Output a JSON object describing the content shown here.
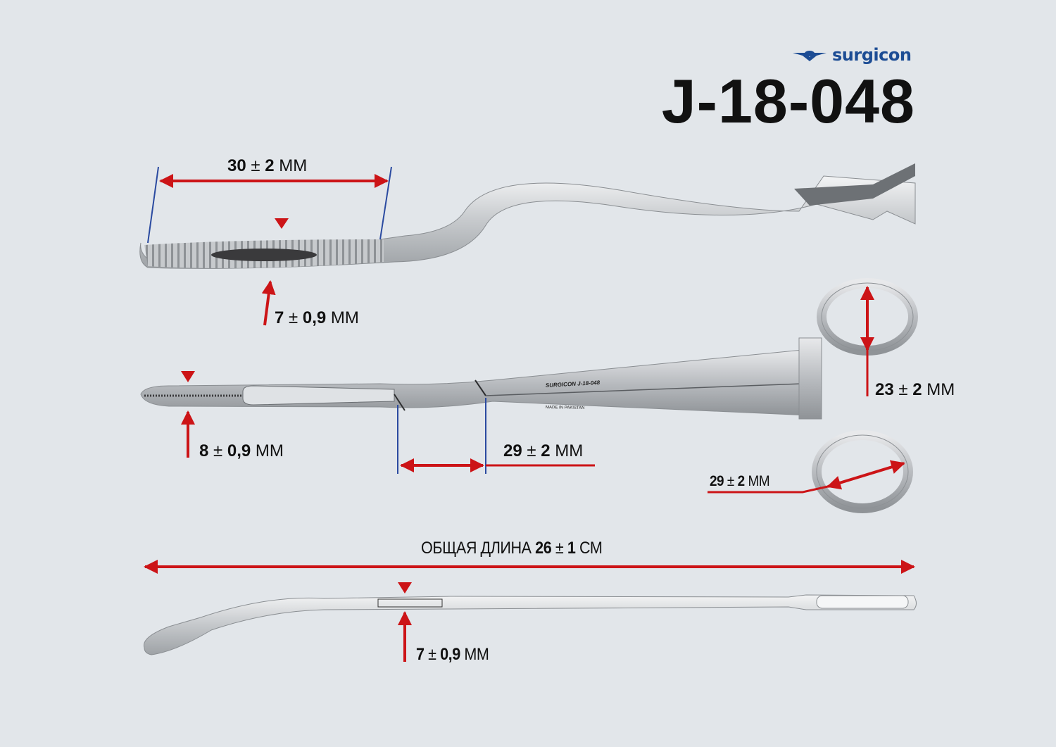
{
  "brand": {
    "name": "surgicon",
    "logo_icon": "winged-emblem-icon",
    "color": "#1c4c94"
  },
  "product": {
    "code": "J-18-048",
    "engraving_top": "SURGICON J-18-048",
    "engraving_bottom": "MADE IN PAKISTAN"
  },
  "colors": {
    "background": "#e2e6ea",
    "arrow": "#cc1417",
    "guide": "#2a4aa0",
    "text": "#111111"
  },
  "dimensions": {
    "jaw_length": {
      "value": "30",
      "pm": "±",
      "tol": "2",
      "unit": "ММ"
    },
    "jaw_width_top": {
      "value": "7",
      "pm": "±",
      "tol": "0,9",
      "unit": "ММ"
    },
    "tip_width": {
      "value": "8",
      "pm": "±",
      "tol": "0,9",
      "unit": "ММ"
    },
    "box_joint": {
      "value": "29",
      "pm": "±",
      "tol": "2",
      "unit": "ММ"
    },
    "ring_height": {
      "value": "23",
      "pm": "±",
      "tol": "2",
      "unit": "ММ"
    },
    "ring_width": {
      "value": "29",
      "pm": "±",
      "tol": "2",
      "unit": "ММ"
    },
    "overall": {
      "label": "ОБЩАЯ ДЛИНА",
      "value": "26",
      "pm": "±",
      "tol": "1",
      "unit": "СМ"
    },
    "side_width": {
      "value": "7",
      "pm": "±",
      "tol": "0,9",
      "unit": "ММ"
    }
  }
}
